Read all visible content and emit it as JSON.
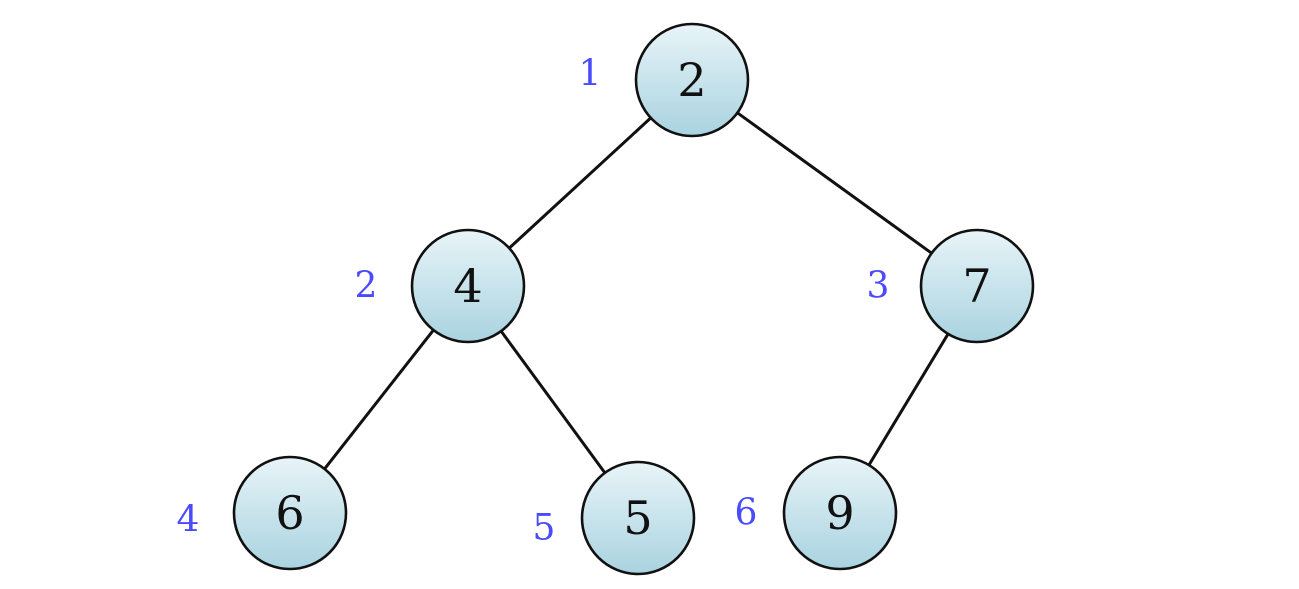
{
  "tree": {
    "node_fill_top": "#e8f4f8",
    "node_fill_bottom": "#a9d3e0",
    "edge_color": "#111111",
    "index_color": "#4a4aff",
    "nodes": [
      {
        "index": "1",
        "value": "2"
      },
      {
        "index": "2",
        "value": "4"
      },
      {
        "index": "3",
        "value": "7"
      },
      {
        "index": "4",
        "value": "6"
      },
      {
        "index": "5",
        "value": "5"
      },
      {
        "index": "6",
        "value": "9"
      }
    ],
    "edges": [
      {
        "from": "1",
        "to": "2"
      },
      {
        "from": "1",
        "to": "3"
      },
      {
        "from": "2",
        "to": "4"
      },
      {
        "from": "2",
        "to": "5"
      },
      {
        "from": "3",
        "to": "6"
      }
    ]
  }
}
